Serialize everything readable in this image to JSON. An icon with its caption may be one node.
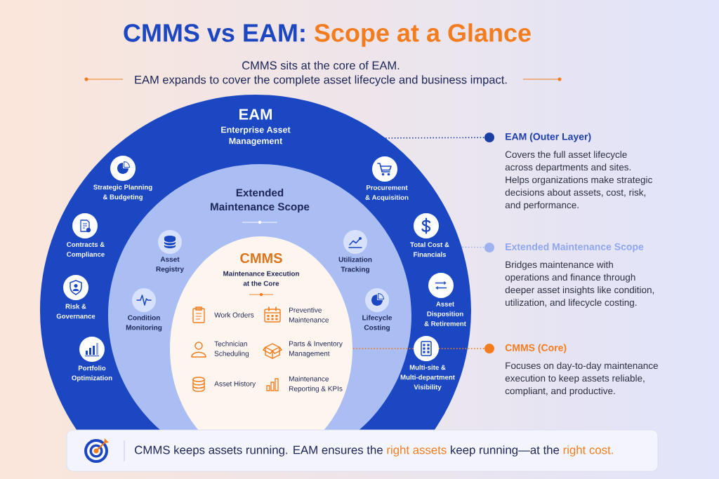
{
  "diagram": {
    "title": "CMMS vs EAM: Scope at a Glance",
    "nodes": [
      {
        "text": [
          "EAM",
          "Enterprise Asset Management"
        ]
      },
      {
        "text": [
          "Extended Maintenance Scope"
        ],
        "in": 0
      },
      {
        "text": [
          "CMMS",
          "Maintenance Execution at the Core"
        ],
        "in": 1
      },
      {
        "text": [
          "Strategic Planning & Budgeting"
        ],
        "in": 0
      },
      {
        "text": [
          "Procurement & Acquisition"
        ],
        "in": 0
      },
      {
        "text": [
          "Contracts & Compliance"
        ],
        "in": 0
      },
      {
        "text": [
          "Total Cost & Financials"
        ],
        "in": 0
      },
      {
        "text": [
          "Risk & Governance"
        ],
        "in": 0
      },
      {
        "text": [
          "Asset Disposition & Retirement"
        ],
        "in": 0
      },
      {
        "text": [
          "Portfolio Optimization"
        ],
        "in": 0
      },
      {
        "text": [
          "Multi-site & Multi-department Visibility"
        ],
        "in": 0
      },
      {
        "text": [
          "Asset Registry"
        ],
        "in": 1
      },
      {
        "text": [
          "Utilization Tracking"
        ],
        "in": 1
      },
      {
        "text": [
          "Condition Monitoring"
        ],
        "in": 1
      },
      {
        "text": [
          "Lifecycle Costing"
        ],
        "in": 1
      },
      {
        "text": [
          "Work Orders"
        ],
        "in": 2
      },
      {
        "text": [
          "Preventive Maintenance"
        ],
        "in": 2
      },
      {
        "text": [
          "Technician Scheduling"
        ],
        "in": 2
      },
      {
        "text": [
          "Parts & Inventory Management"
        ],
        "in": 2
      },
      {
        "text": [
          "Asset History"
        ],
        "in": 2
      },
      {
        "text": [
          "Maintenance Reporting & KPIs"
        ],
        "in": 2
      },
      {
        "text": [
          "EAM (Outer Layer)",
          "Covers the full asset lifecycle across departments and sites. Helps organizations make strategic decisions about assets, cost, risk, and performance."
        ]
      },
      {
        "text": [
          "Extended Maintenance Scope",
          "Bridges maintenance with operations and finance through deeper asset insights like condition, utilization, and lifecycle costing."
        ]
      },
      {
        "text": [
          "CMMS (Core)",
          "Focuses on day-to-day maintenance execution to keep assets reliable, compliant, and productive."
        ]
      },
      {
        "text": [
          "CMMS keeps assets running. EAM ensures the right assets keep running—at the right cost."
        ]
      }
    ],
    "edges": [
      {
        "from": 21,
        "to": 0,
        "arrow": "other",
        "style": "dashed",
        "color": "#1c3fa3"
      },
      {
        "from": 22,
        "to": 0,
        "arrow": "other",
        "style": "dashed",
        "color": "#9fb2f0"
      },
      {
        "from": 23,
        "to": 2,
        "arrow": "other",
        "style": "dashed",
        "color": "#f27c1e"
      }
    ],
    "labels": [
      "CMMS sits at the core of EAM.",
      "EAM expands to cover the complete asset lifecycle and business impact."
    ]
  }
}
